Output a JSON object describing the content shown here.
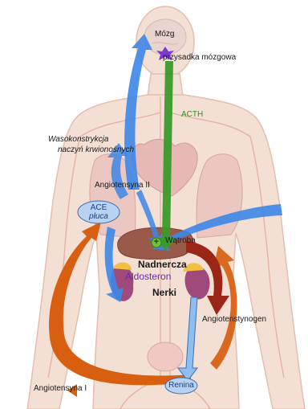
{
  "labels": {
    "brain": "Mózg",
    "pituitary": "przysadka mózgowa",
    "acth": "ACTH",
    "vasoconstriction_line1": "Wasokonstrykcja",
    "vasoconstriction_line2": "naczyń krwionośnych",
    "angiotensin2": "Angiotensyna II",
    "ace": "ACE",
    "lungs": "płuca",
    "liver": "Wątroba",
    "adrenal": "Nadnercza",
    "aldosterone": "Aldosteron",
    "kidneys": "Nerki",
    "angiotensinogen": "Angiotenstynogen",
    "renin": "Renina",
    "angiotensin1": "Angiotensyna I",
    "plus": "+"
  },
  "colors": {
    "blue_arrow": "#3d86e8",
    "light_blue_arrow": "#8ebef0",
    "green_arrow": "#3a9a2a",
    "orange_arrow": "#d85e10",
    "dark_red_arrow": "#9a2618",
    "body_fill": "#f3dfd3",
    "body_outline": "#e3bfb0",
    "vessel": "#d98e80",
    "ace_fill": "#b8d2f2",
    "renin_fill": "#b8d2f2",
    "plus_fill": "#6cc23a"
  }
}
